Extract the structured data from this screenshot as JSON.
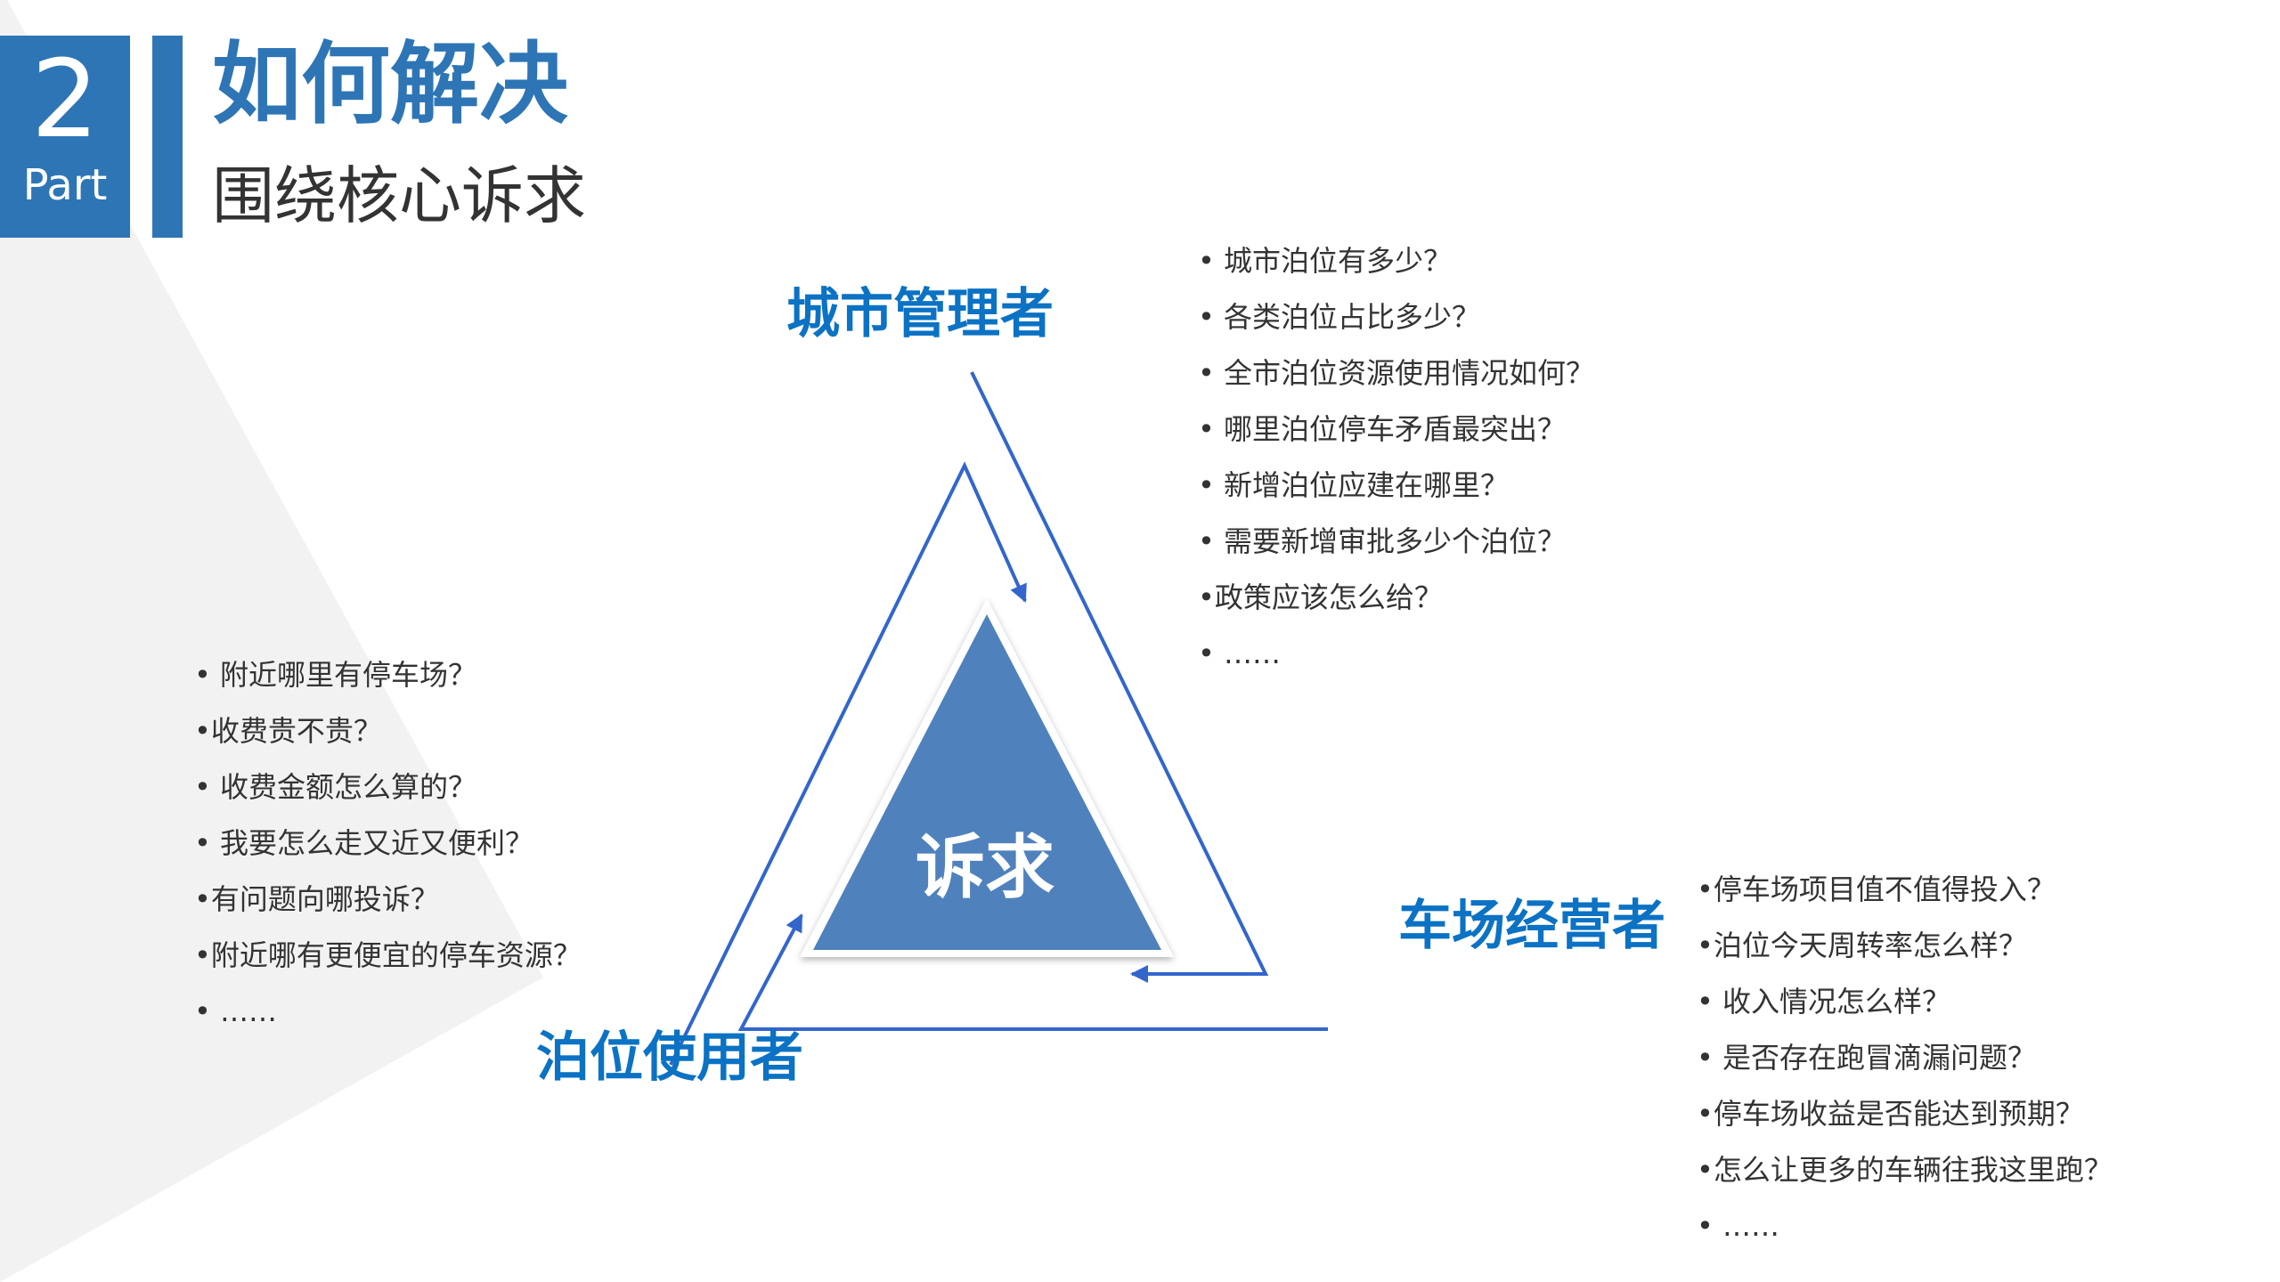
{
  "header": {
    "part_number": "2",
    "part_label": "Part",
    "title": "如何解决",
    "subtitle": "围绕核心诉求"
  },
  "diagram": {
    "core": "诉求",
    "roles": {
      "city_manager": "城市管理者",
      "lot_operator": "车场经营者",
      "space_user": "泊位使用者"
    },
    "colors": {
      "accent": "#2E75B6",
      "line": "#3366CC",
      "core_fill": "#4F81BD",
      "role_text": "#0B72C4"
    }
  },
  "questions": {
    "city_manager": [
      "• 城市泊位有多少？",
      "• 各类泊位占比多少？",
      "• 全市泊位资源使用情况如何？",
      "• 哪里泊位停车矛盾最突出？",
      "• 新增泊位应建在哪里？",
      "• 需要新增审批多少个泊位？",
      "•政策应该怎么给？",
      "• ……"
    ],
    "space_user": [
      "• 附近哪里有停车场？",
      "•收费贵不贵？",
      "• 收费金额怎么算的？",
      "• 我要怎么走又近又便利？",
      "•有问题向哪投诉？",
      "•附近哪有更便宜的停车资源？",
      "• ……"
    ],
    "lot_operator": [
      "•停车场项目值不值得投入？",
      "•泊位今天周转率怎么样？",
      "• 收入情况怎么样？",
      "• 是否存在跑冒滴漏问题？",
      "•停车场收益是否能达到预期？",
      "•怎么让更多的车辆往我这里跑？",
      "• ……"
    ]
  }
}
